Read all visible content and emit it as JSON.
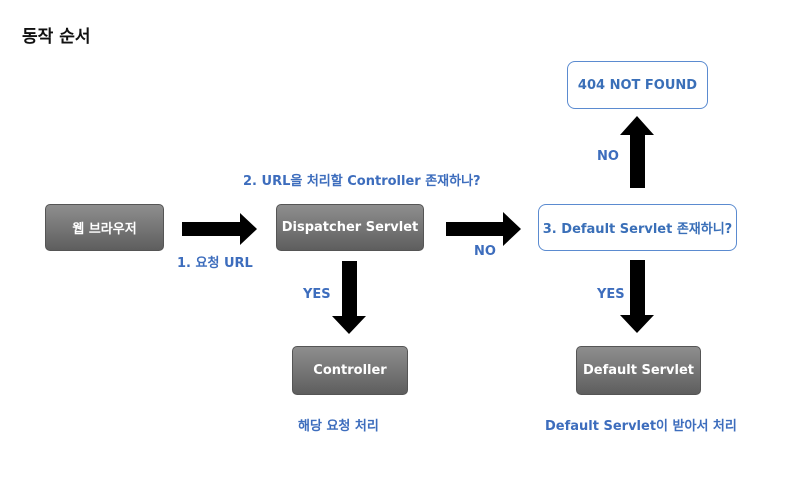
{
  "title": "동작 순서",
  "nodes": {
    "browser": "웹 브라우저",
    "dispatcher": "Dispatcher Servlet",
    "default_check": "3. Default Servlet 존재하니?",
    "not_found": "404 NOT FOUND",
    "controller": "Controller",
    "default_servlet": "Default Servlet"
  },
  "labels": {
    "request": "1. 요청 URL",
    "question": "2. URL을 처리할 Controller 존재하나?",
    "no_right": "NO",
    "no_up": "NO",
    "yes_left": "YES",
    "yes_right": "YES",
    "controller_note": "해당 요청 처리",
    "default_note": "Default Servlet이 받아서 처리"
  },
  "colors": {
    "label": "#3d6dbd",
    "outline_border": "#5b8bd0",
    "gray_box": "#6f6f6f",
    "arrow": "#000000"
  }
}
